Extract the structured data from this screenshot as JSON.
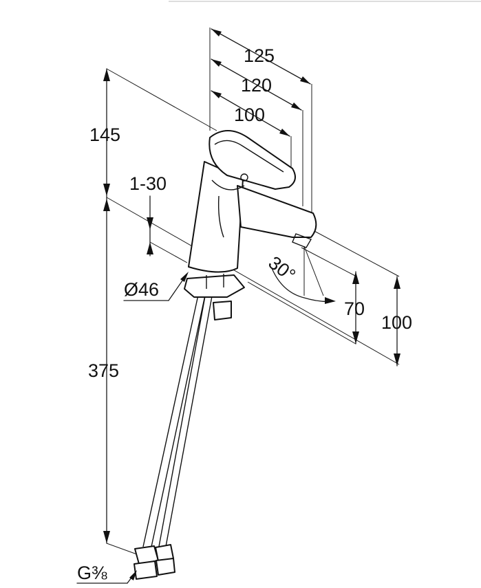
{
  "drawing": {
    "dimensions": {
      "overall_reach": "125",
      "spout_reach": "120",
      "lever_reach": "100",
      "height_above_deck": "145",
      "deck_thickness": "1-30",
      "base_diameter": "Ø46",
      "tail_length": "375",
      "spout_height": "70",
      "outlet_height": "100",
      "swivel_angle": "30°",
      "connection_thread": "G⅜"
    }
  }
}
